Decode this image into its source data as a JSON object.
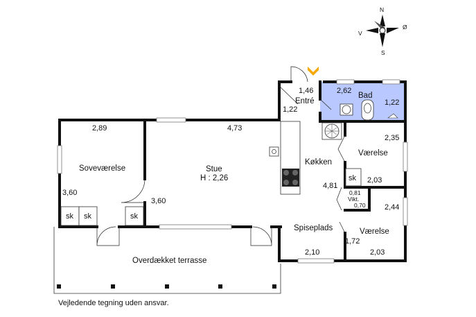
{
  "rooms": {
    "entre": "Entré",
    "bad": "Bad",
    "sovevaerelse": "Soveværelse",
    "stue": "Stue",
    "stue_height": "H : 2,26",
    "kokken": "Køkken",
    "vaerelse_1": "Værelse",
    "vaerelse_2": "Værelse",
    "spiseplads": "Spiseplads",
    "terrasse": "Overdækket terrasse"
  },
  "closets": {
    "sk": "sk",
    "vikt": "Vikt."
  },
  "dimensions": {
    "entre_w": "1,46",
    "entre_h": "1,22",
    "bad_w": "2,62",
    "bad_h": "1,22",
    "sove_w": "2,89",
    "sove_h": "3,60",
    "stue_w": "4,73",
    "stue_h": "3,60",
    "vaer1_w": "2,35",
    "vaer1_h": "2,03",
    "kokken_len": "4,81",
    "vikt_w": "0,81",
    "vikt_h": "0,70",
    "vaer2_w": "2,44",
    "vaer2_h": "2,03",
    "spise_h": "1,72",
    "spise_w": "2,10"
  },
  "compass": {
    "n": "N",
    "s": "S",
    "v": "V",
    "o": "Ø"
  },
  "caption": "Vejledende tegning uden ansvar.",
  "colors": {
    "bathroom_fill": "#b9c9ff",
    "entrance_marker": "#f5a800",
    "wall": "#111111"
  }
}
